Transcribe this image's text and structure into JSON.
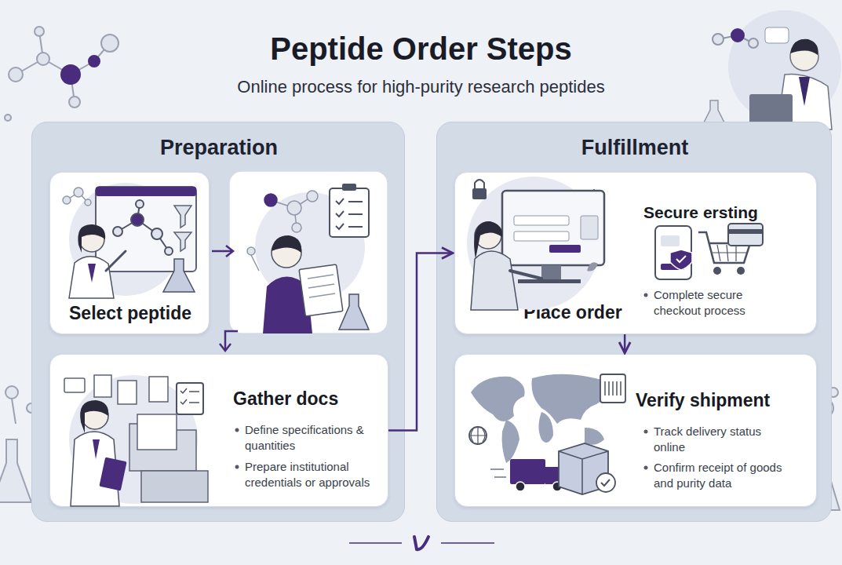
{
  "diagram": {
    "title": "Peptide Order Steps",
    "nodes": [
      {
        "text": [
          "Preparation"
        ]
      },
      {
        "text": [
          "Select peptide"
        ],
        "in": 0
      },
      {
        "text": [
          "Gather docs",
          "Define specifications & quantities",
          "Prepare institutional credentials or approvals"
        ],
        "in": 0
      },
      {
        "text": [
          "Fulfillment"
        ]
      },
      {
        "text": [
          "Place order",
          "Secure ersting",
          "Complete secure checkout process"
        ],
        "in": 3
      },
      {
        "text": [
          "Verify shipment",
          "Track delivery status online",
          "Confirm receipt of goods and purity data"
        ],
        "in": 3
      }
    ],
    "edges": [
      {
        "from": 2,
        "to": 4,
        "arrow": "to"
      },
      {
        "from": 4,
        "to": 5,
        "arrow": "to"
      }
    ],
    "labels": [
      "Online process for high-purity research peptides"
    ]
  }
}
